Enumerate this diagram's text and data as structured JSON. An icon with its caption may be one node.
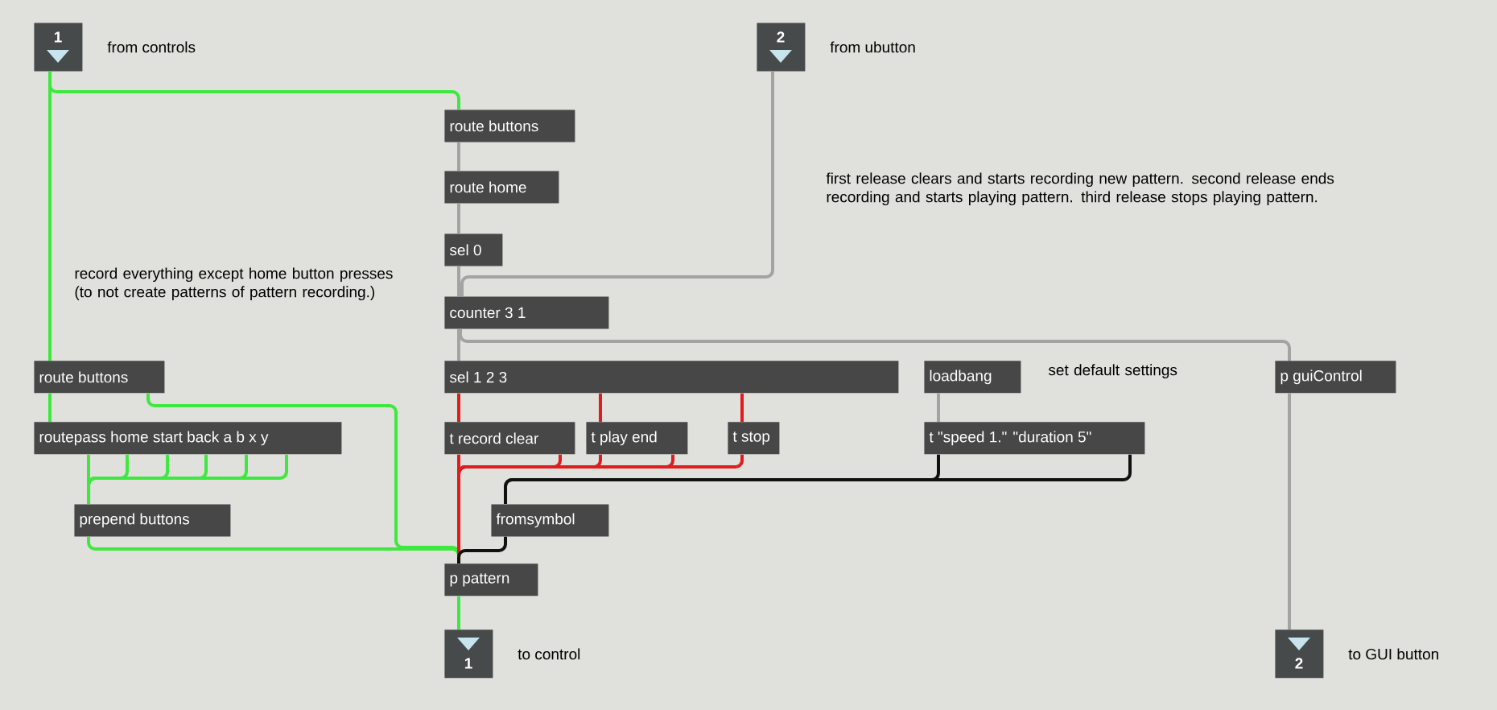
{
  "diagram": {
    "nodes": [
      {
        "text": [
          "1"
        ],
        "beside": [
          "from controls"
        ]
      },
      {
        "text": [
          "2"
        ],
        "beside": [
          "from ubutton"
        ]
      },
      {
        "text": [
          "route buttons"
        ]
      },
      {
        "text": [
          "route home"
        ]
      },
      {
        "text": [
          "sel 0"
        ]
      },
      {
        "text": [
          "counter 3 1"
        ]
      },
      {
        "text": [
          "route buttons"
        ]
      },
      {
        "text": [
          "sel 1 2 3"
        ]
      },
      {
        "text": [
          "loadbang"
        ]
      },
      {
        "text": [
          "p guiControl"
        ]
      },
      {
        "text": [
          "routepass home start back a b x y"
        ]
      },
      {
        "text": [
          "t record clear"
        ]
      },
      {
        "text": [
          "t play end"
        ]
      },
      {
        "text": [
          "t stop"
        ]
      },
      {
        "text": [
          "t \"speed 1.\" \"duration 5\""
        ]
      },
      {
        "text": [
          "prepend buttons"
        ]
      },
      {
        "text": [
          "fromsymbol"
        ]
      },
      {
        "text": [
          "p pattern"
        ]
      },
      {
        "text": [
          "1"
        ],
        "beside": [
          "to control"
        ]
      },
      {
        "text": [
          "2"
        ],
        "beside": [
          "to GUI button"
        ]
      }
    ],
    "edges": [
      {
        "from": 0,
        "to": 2,
        "arrow": "none"
      },
      {
        "from": 0,
        "to": 6,
        "arrow": "none"
      },
      {
        "from": 2,
        "to": 3,
        "arrow": "none",
        "color": "#a3a3a3"
      },
      {
        "from": 3,
        "to": 4,
        "arrow": "none",
        "color": "#a3a3a3"
      },
      {
        "from": 4,
        "to": 5,
        "arrow": "none",
        "color": "#a3a3a3"
      },
      {
        "from": 1,
        "to": 5,
        "arrow": "none",
        "color": "#a3a3a3"
      },
      {
        "from": 5,
        "to": 7,
        "arrow": "none",
        "color": "#a3a3a3"
      },
      {
        "from": 5,
        "to": 9,
        "arrow": "none",
        "color": "#a3a3a3"
      },
      {
        "from": 6,
        "to": 10,
        "arrow": "none"
      },
      {
        "from": 6,
        "to": 17,
        "arrow": "none"
      },
      {
        "from": 7,
        "to": 11,
        "arrow": "none",
        "color": "#e01c1c"
      },
      {
        "from": 7,
        "to": 12,
        "arrow": "none",
        "color": "#e01c1c"
      },
      {
        "from": 7,
        "to": 13,
        "arrow": "none",
        "color": "#e01c1c"
      },
      {
        "from": 10,
        "to": 15,
        "arrow": "none"
      },
      {
        "from": 10,
        "to": 15,
        "arrow": "none"
      },
      {
        "from": 10,
        "to": 15,
        "arrow": "none"
      },
      {
        "from": 10,
        "to": 15,
        "arrow": "none"
      },
      {
        "from": 10,
        "to": 15,
        "arrow": "none"
      },
      {
        "from": 10,
        "to": 15,
        "arrow": "none"
      },
      {
        "from": 15,
        "to": 17,
        "arrow": "none"
      },
      {
        "from": 11,
        "to": 17,
        "arrow": "none",
        "color": "#e01c1c"
      },
      {
        "from": 11,
        "to": 17,
        "arrow": "none",
        "color": "#e01c1c"
      },
      {
        "from": 12,
        "to": 17,
        "arrow": "none",
        "color": "#e01c1c"
      },
      {
        "from": 12,
        "to": 17,
        "arrow": "none",
        "color": "#e01c1c"
      },
      {
        "from": 13,
        "to": 17,
        "arrow": "none",
        "color": "#e01c1c"
      },
      {
        "from": 8,
        "to": 14,
        "arrow": "none",
        "color": "#a3a3a3"
      },
      {
        "from": 14,
        "to": 16,
        "arrow": "none",
        "color": "#111111"
      },
      {
        "from": 14,
        "to": 16,
        "arrow": "none",
        "color": "#111111"
      },
      {
        "from": 16,
        "to": 17,
        "arrow": "none",
        "color": "#111111"
      },
      {
        "from": 17,
        "to": 18,
        "arrow": "none"
      },
      {
        "from": 9,
        "to": 19,
        "arrow": "none",
        "color": "#a3a3a3"
      }
    ],
    "labels": [
      "record everything except home button presses (to not create patterns of pattern recording.)",
      "first release clears and starts recording new pattern. second release ends recording and starts playing pattern. third release stops playing pattern.",
      "set default settings"
    ]
  }
}
